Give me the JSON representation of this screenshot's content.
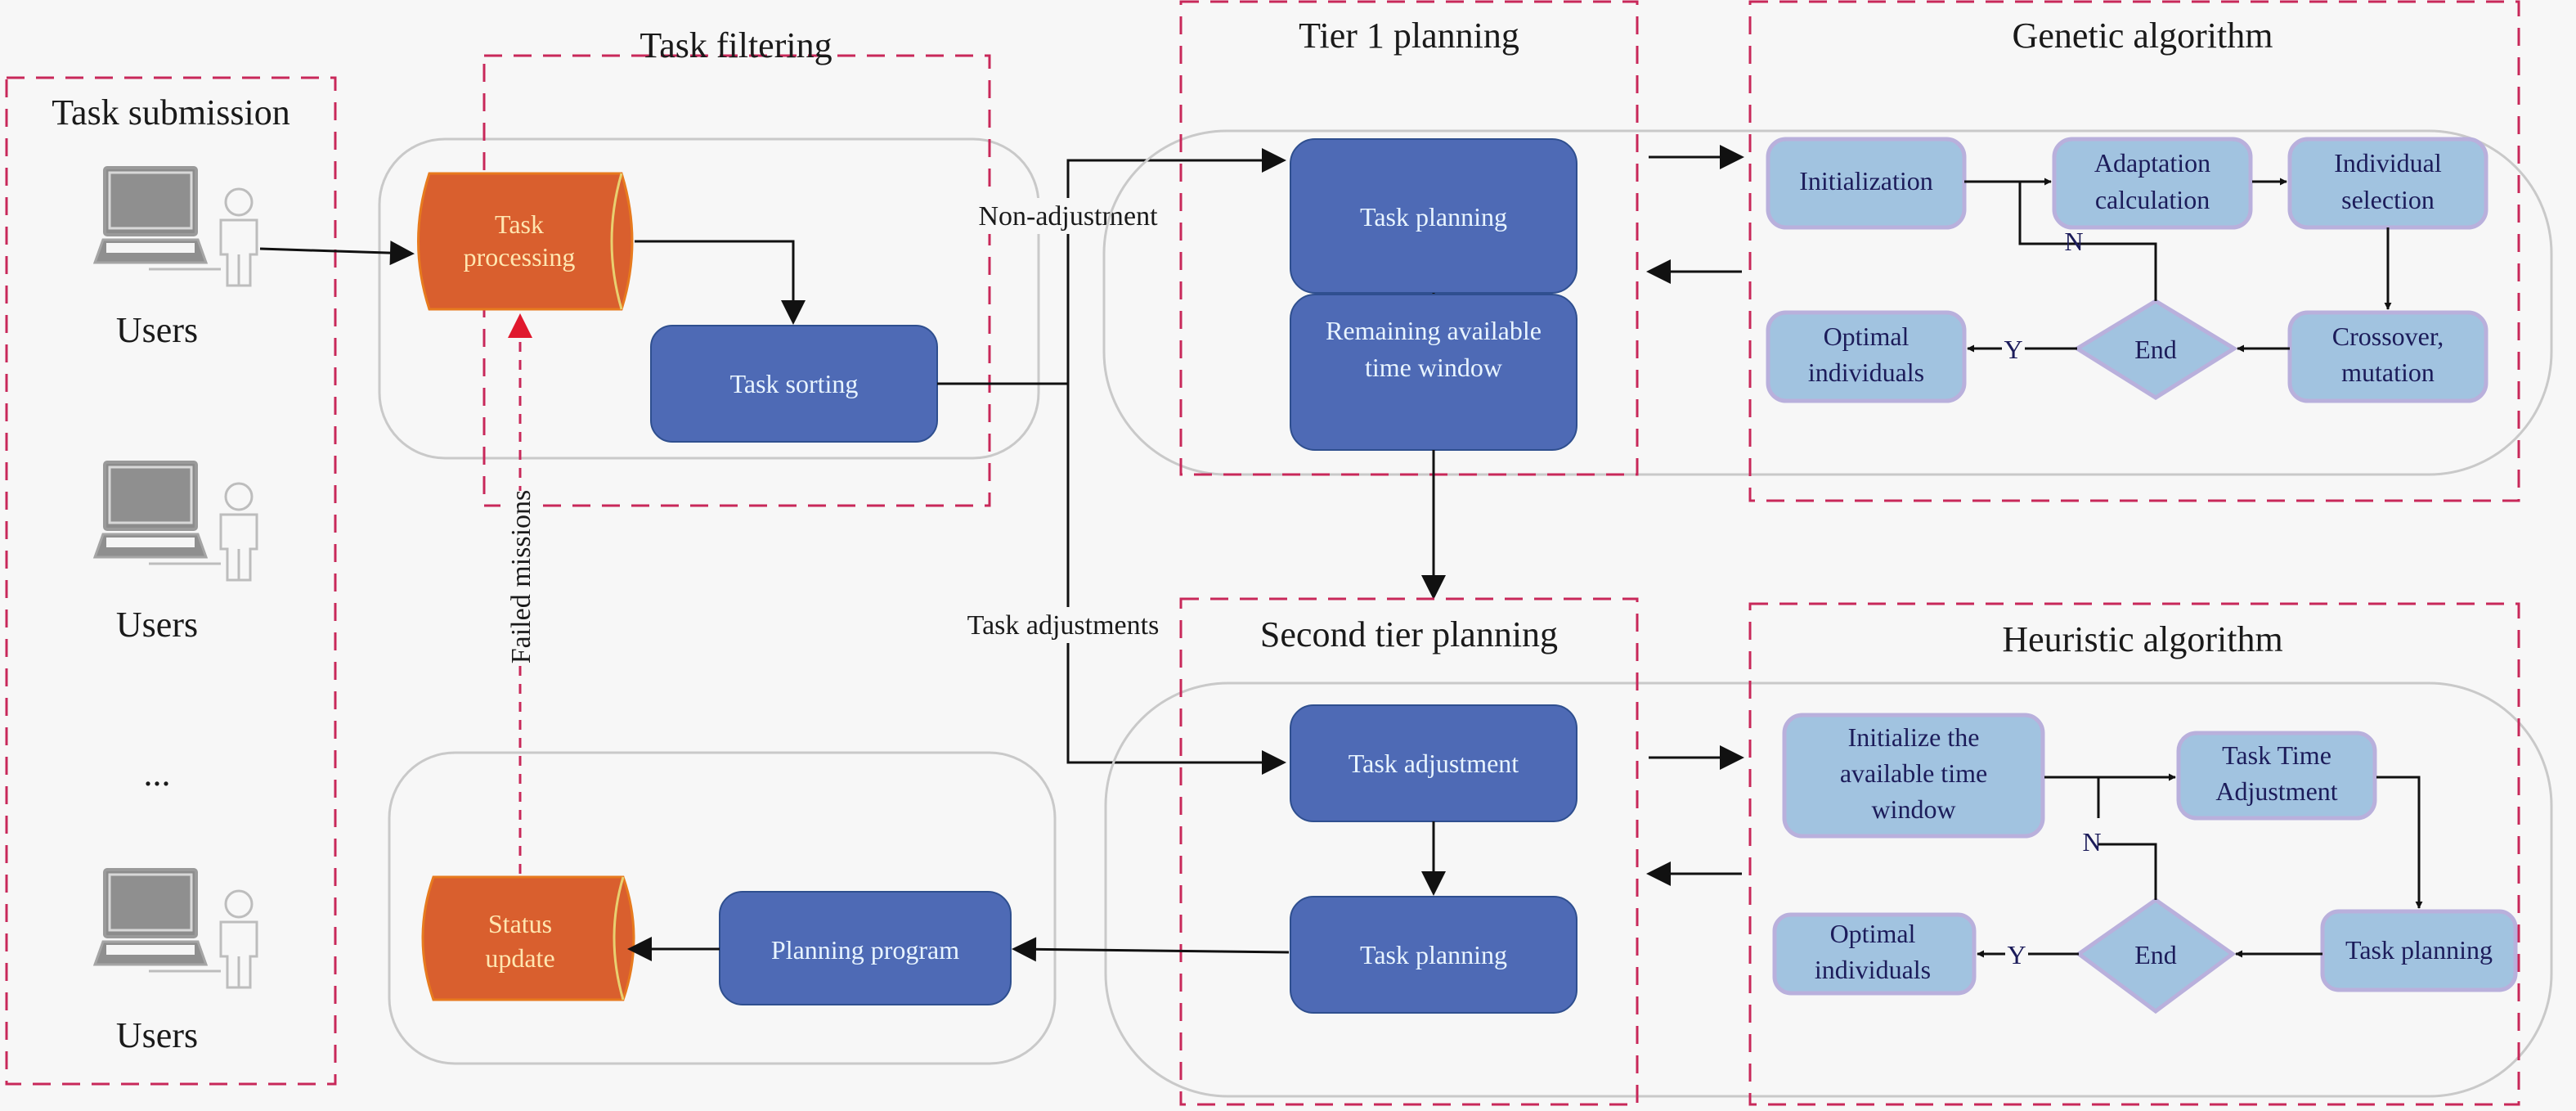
{
  "sections": {
    "task_submission": "Task submission",
    "task_filtering": "Task filtering",
    "tier1_planning": "Tier 1 planning",
    "genetic_algorithm": "Genetic algorithm",
    "second_tier_planning": "Second tier planning",
    "heuristic_algorithm": "Heuristic algorithm"
  },
  "users": {
    "labels": [
      "Users",
      "Users",
      "Users"
    ],
    "ellipsis": "..."
  },
  "filtering": {
    "task_processing": [
      "Task",
      "processing"
    ],
    "task_sorting": "Task sorting"
  },
  "edge_labels": {
    "non_adjustment": "Non-adjustment",
    "task_adjustments": "Task adjustments",
    "failed_missions": "Failed missions"
  },
  "tier1": {
    "task_planning": "Task planning",
    "remaining_window": [
      "Remaining available",
      "time window"
    ]
  },
  "genetic": {
    "initialization": "Initialization",
    "adaptation": [
      "Adaptation",
      "calculation"
    ],
    "selection": [
      "Individual",
      "selection"
    ],
    "crossover": [
      "Crossover,",
      "mutation"
    ],
    "end": "End",
    "optimal": [
      "Optimal",
      "individuals"
    ],
    "yes": "Y",
    "no": "N"
  },
  "tier2": {
    "task_adjustment": "Task adjustment",
    "task_planning": "Task planning"
  },
  "heuristic": {
    "initialize": [
      "Initialize the",
      "available time",
      "window"
    ],
    "time_adjustment": [
      "Task Time",
      "Adjustment"
    ],
    "task_planning": "Task planning",
    "end": "End",
    "optimal": [
      "Optimal",
      "individuals"
    ],
    "yes": "Y",
    "no": "N"
  },
  "output": {
    "status_update": [
      "Status",
      "update"
    ],
    "planning_program": "Planning program"
  },
  "colors": {
    "dash_border": "#c8285a",
    "blue_box": "#4e6ab5",
    "light_box": "#a1c3e0",
    "orange_cylinder": "#d95f2e",
    "failed_arrow": "#e0182d"
  }
}
